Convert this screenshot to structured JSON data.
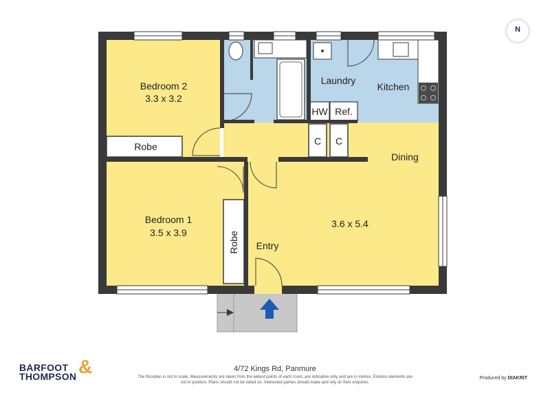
{
  "rooms": {
    "bedroom2": {
      "name": "Bedroom 2",
      "size": "3.3 x 3.2"
    },
    "bedroom1": {
      "name": "Bedroom 1",
      "size": "3.5 x 3.9"
    },
    "living": {
      "size": "3.6 x 5.4"
    },
    "robe1": "Robe",
    "robe2": "Robe",
    "laundry": "Laundry",
    "kitchen": "Kitchen",
    "dining": "Dining",
    "entry": "Entry",
    "hw": "HW",
    "ref": "Ref.",
    "cupboard1": "C",
    "cupboard2": "C"
  },
  "compass": "N",
  "footer": {
    "brand_line1": "BARFOOT",
    "brand_line2": "THOMPSON",
    "brand_amp": "&",
    "address": "4/72 Kings Rd, Panmure",
    "disclaimer": "The floorplan is not to scale. Measurements are taken from the widest points of each room, are indicative only and are in metres. Exterior elements are not in position. Plans should not be relied on. Interested parties should make and rely on their enquires.",
    "produced_by": "Produced by",
    "producer": "DIAKRIT"
  },
  "colors": {
    "wall": "#3a3a3a",
    "bedroom": "#fbe98a",
    "living": "#fbe98a",
    "wet": "#b9d6ea",
    "robe": "#ffffff",
    "deck": "#c8c8c8",
    "arrow": "#1e5bb5"
  }
}
